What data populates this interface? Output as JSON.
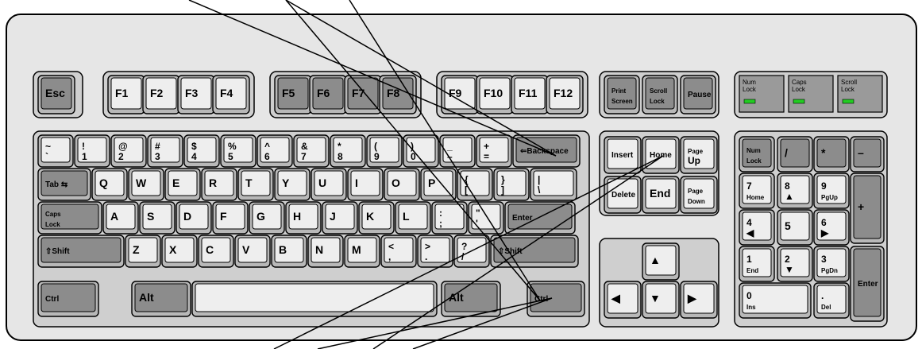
{
  "colors": {
    "body": "#e6e6e6",
    "light_key": "#eeeeee",
    "dark_key": "#8c8c8c",
    "group": "#cfcfcf",
    "led": "#22cc22",
    "line": "#000000"
  },
  "keyboard": {
    "function_row": [
      {
        "label": "Esc",
        "dark": true
      },
      {
        "label": "F1"
      },
      {
        "label": "F2"
      },
      {
        "label": "F3"
      },
      {
        "label": "F4"
      },
      {
        "label": "F5",
        "dark": true
      },
      {
        "label": "F6",
        "dark": true
      },
      {
        "label": "F7",
        "dark": true
      },
      {
        "label": "F8",
        "dark": true
      },
      {
        "label": "F9"
      },
      {
        "label": "F10"
      },
      {
        "label": "F11"
      },
      {
        "label": "F12"
      },
      {
        "top": "Print",
        "bottom": "Screen",
        "dark": true
      },
      {
        "top": "Scroll",
        "bottom": "Lock",
        "dark": true
      },
      {
        "label": "Pause",
        "dark": true
      }
    ],
    "indicators": [
      {
        "top": "Num",
        "bottom": "Lock"
      },
      {
        "top": "Caps",
        "bottom": "Lock"
      },
      {
        "top": "Scroll",
        "bottom": "Lock"
      }
    ],
    "row1": [
      {
        "top": "~",
        "bottom": "`"
      },
      {
        "top": "!",
        "bottom": "1"
      },
      {
        "top": "@",
        "bottom": "2"
      },
      {
        "top": "#",
        "bottom": "3"
      },
      {
        "top": "$",
        "bottom": "4"
      },
      {
        "top": "%",
        "bottom": "5"
      },
      {
        "top": "^",
        "bottom": "6"
      },
      {
        "top": "&",
        "bottom": "7"
      },
      {
        "top": "*",
        "bottom": "8"
      },
      {
        "top": "(",
        "bottom": "9"
      },
      {
        "top": ")",
        "bottom": "0"
      },
      {
        "top": "_",
        "bottom": "–"
      },
      {
        "top": "+",
        "bottom": "="
      },
      {
        "label": "⇐Backspace",
        "dark": true
      }
    ],
    "row2": [
      {
        "label": "Tab ⇆",
        "dark": true
      },
      {
        "label": "Q"
      },
      {
        "label": "W"
      },
      {
        "label": "E"
      },
      {
        "label": "R"
      },
      {
        "label": "T"
      },
      {
        "label": "Y"
      },
      {
        "label": "U"
      },
      {
        "label": "I"
      },
      {
        "label": "O"
      },
      {
        "label": "P"
      },
      {
        "top": "{",
        "bottom": "["
      },
      {
        "top": "}",
        "bottom": "]"
      },
      {
        "top": "|",
        "bottom": "\\"
      }
    ],
    "row3": [
      {
        "top": "Caps",
        "bottom": "Lock",
        "dark": true
      },
      {
        "label": "A"
      },
      {
        "label": "S"
      },
      {
        "label": "D"
      },
      {
        "label": "F"
      },
      {
        "label": "G"
      },
      {
        "label": "H"
      },
      {
        "label": "J"
      },
      {
        "label": "K"
      },
      {
        "label": "L"
      },
      {
        "top": ":",
        "bottom": ";"
      },
      {
        "top": "\"",
        "bottom": "'"
      },
      {
        "label": "Enter",
        "dark": true
      }
    ],
    "row4": [
      {
        "label": "⇧Shift",
        "dark": true
      },
      {
        "label": "Z"
      },
      {
        "label": "X"
      },
      {
        "label": "C"
      },
      {
        "label": "V"
      },
      {
        "label": "B"
      },
      {
        "label": "N"
      },
      {
        "label": "M"
      },
      {
        "top": "<",
        "bottom": ","
      },
      {
        "top": ">",
        "bottom": "."
      },
      {
        "top": "?",
        "bottom": "/"
      },
      {
        "label": "⇧Shift",
        "dark": true
      }
    ],
    "row5": [
      {
        "label": "Ctrl",
        "dark": true
      },
      {
        "label": "Alt",
        "dark": true
      },
      {
        "label": ""
      },
      {
        "label": "Alt",
        "dark": true
      },
      {
        "label": "Ctrl",
        "dark": true
      }
    ],
    "nav": [
      {
        "label": "Insert"
      },
      {
        "label": "Home"
      },
      {
        "top": "Page",
        "bottom": "Up"
      },
      {
        "label": "Delete"
      },
      {
        "label": "End"
      },
      {
        "top": "Page",
        "bottom": "Down"
      }
    ],
    "arrows": [
      {
        "label": "▲"
      },
      {
        "label": "◀"
      },
      {
        "label": "▼"
      },
      {
        "label": "▶"
      }
    ],
    "numpad": [
      {
        "top": "Num",
        "bottom": "Lock",
        "dark": true
      },
      {
        "label": "/",
        "dark": true
      },
      {
        "label": "*",
        "dark": true
      },
      {
        "label": "–",
        "dark": true
      },
      {
        "top": "7",
        "bottom": "Home"
      },
      {
        "top": "8",
        "bottom": "▲"
      },
      {
        "top": "9",
        "bottom": "PgUp"
      },
      {
        "label": "+",
        "dark": true
      },
      {
        "top": "4",
        "bottom": "◀"
      },
      {
        "label": "5"
      },
      {
        "top": "6",
        "bottom": "▶"
      },
      {
        "top": "1",
        "bottom": "End"
      },
      {
        "top": "2",
        "bottom": "▼"
      },
      {
        "top": "3",
        "bottom": "PgDn"
      },
      {
        "label": "Enter",
        "dark": true
      },
      {
        "top": "0",
        "bottom": "Ins"
      },
      {
        "top": ".",
        "bottom": "Del"
      }
    ]
  }
}
